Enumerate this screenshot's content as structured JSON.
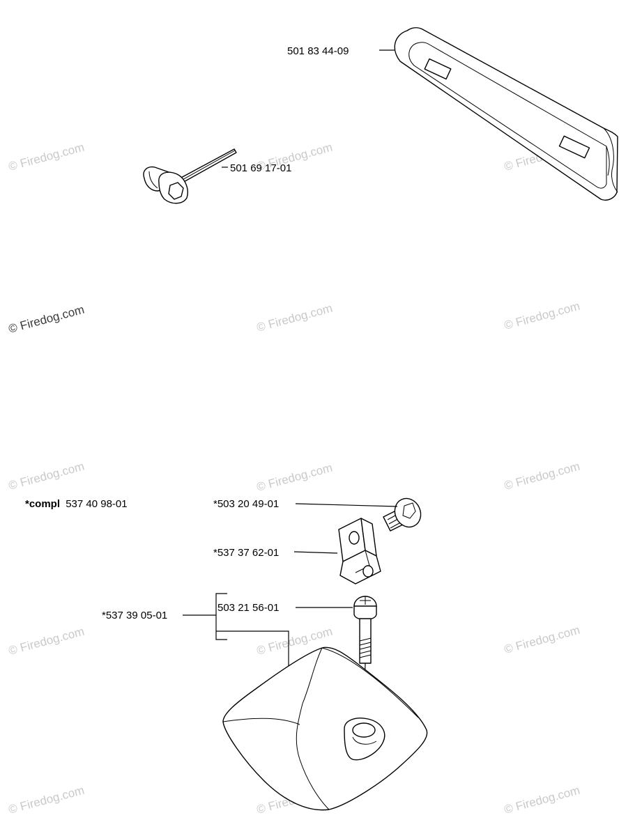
{
  "parts": {
    "bar_guard": "501 83 44-09",
    "combination_wrench": "501 69 17-01",
    "kit_prefix": "*compl",
    "kit_number": "537 40 98-01",
    "screw": "*503 20 49-01",
    "bracket": "*537 37 62-01",
    "assembly": "*537 39 05-01",
    "bolt": "503 21 56-01"
  },
  "watermark": "© Firedog.com",
  "colors": {
    "line": "#000000",
    "watermark_light": "#c9c9c9",
    "watermark_dark": "#3a3a3a"
  }
}
